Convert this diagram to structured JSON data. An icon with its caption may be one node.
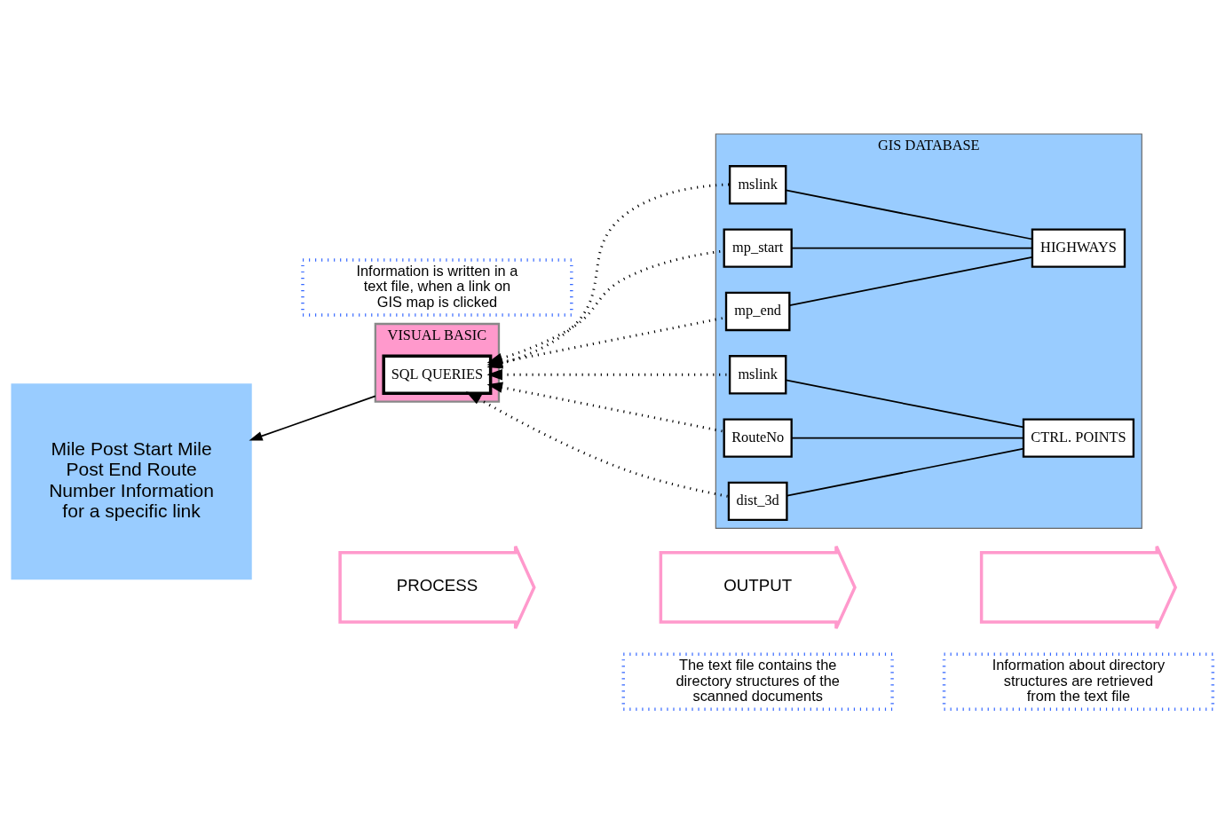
{
  "diagram": {
    "nodes": [
      {
        "text": [
          "Mile Post Start Mile Post End Route Number Information for a specific link"
        ]
      },
      {
        "text": [
          "VISUAL BASIC"
        ]
      },
      {
        "text": [
          "SQL QUERIES"
        ],
        "in": 1
      },
      {
        "text": [
          "GIS DATABASE"
        ]
      },
      {
        "text": [
          "HIGHWAYS"
        ],
        "in": 3
      },
      {
        "text": [
          "mslink"
        ],
        "in": 3
      },
      {
        "text": [
          "mp_start"
        ],
        "in": 3
      },
      {
        "text": [
          "mp_end"
        ],
        "in": 3
      },
      {
        "text": [
          "CTRL. POINTS"
        ],
        "in": 3
      },
      {
        "text": [
          "mslink"
        ],
        "in": 3
      },
      {
        "text": [
          "RouteNo"
        ],
        "in": 3
      },
      {
        "text": [
          "dist_3d"
        ],
        "in": 3
      },
      {
        "text": [
          "PROCESS"
        ]
      },
      {
        "text": [
          "OUTPUT"
        ]
      },
      {
        "text": [],
        "shape": "arrow"
      },
      {
        "text": [
          "Information is written in a text file, when a link on GIS map is clicked"
        ]
      },
      {
        "text": [
          "The text file contains the directory structures of the scanned documents"
        ]
      },
      {
        "text": [
          "Information about directory structures are retrieved from the text file"
        ]
      }
    ],
    "edges": [
      {
        "from": 1,
        "to": 0,
        "arrow": "to"
      },
      {
        "from": 4,
        "to": 5,
        "arrow": "none"
      },
      {
        "from": 4,
        "to": 6,
        "arrow": "none"
      },
      {
        "from": 4,
        "to": 7,
        "arrow": "none"
      },
      {
        "from": 8,
        "to": 9,
        "arrow": "none"
      },
      {
        "from": 8,
        "to": 10,
        "arrow": "none"
      },
      {
        "from": 8,
        "to": 11,
        "arrow": "none"
      },
      {
        "from": 5,
        "to": 2,
        "arrow": "to",
        "style": "dashed"
      },
      {
        "from": 6,
        "to": 2,
        "arrow": "to",
        "style": "dashed"
      },
      {
        "from": 7,
        "to": 2,
        "arrow": "to",
        "style": "dashed"
      },
      {
        "from": 9,
        "to": 2,
        "arrow": "to",
        "style": "dashed"
      },
      {
        "from": 10,
        "to": 2,
        "arrow": "to",
        "style": "dashed"
      },
      {
        "from": 11,
        "to": 2,
        "arrow": "to",
        "style": "dashed"
      }
    ]
  }
}
